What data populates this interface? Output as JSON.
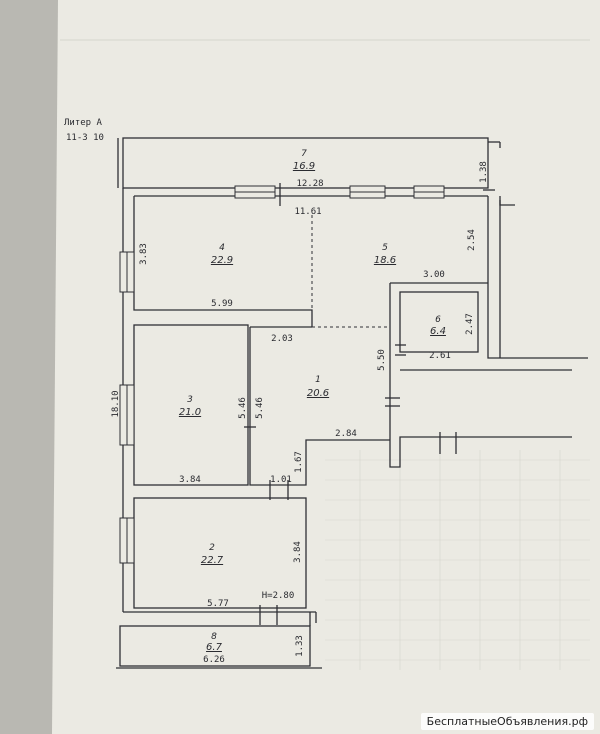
{
  "header": {
    "litera_label": "Литер А",
    "litera_sub": "11-3 10"
  },
  "rooms": [
    {
      "num": "7",
      "area": "16.9"
    },
    {
      "num": "4",
      "area": "22.9"
    },
    {
      "num": "5",
      "area": "18.6"
    },
    {
      "num": "6",
      "area": "6.4"
    },
    {
      "num": "3",
      "area": "21.0"
    },
    {
      "num": "1",
      "area": "20.6"
    },
    {
      "num": "2",
      "area": "22.7"
    },
    {
      "num": "8",
      "area": "6.7"
    }
  ],
  "dimensions": {
    "d_12_28": "12.28",
    "d_11_61": "11.61",
    "d_1_38": "1.38",
    "d_2_54": "2.54",
    "d_3_83": "3.83",
    "d_3_00": "3.00",
    "d_5_99": "5.99",
    "d_2_47": "2.47",
    "d_2_03": "2.03",
    "d_5_50": "5.50",
    "d_2_61": "2.61",
    "d_18_10": "18.10",
    "d_5_46_left": "5.46",
    "d_5_46_right": "5.46",
    "d_2_84": "2.84",
    "d_1_67": "1.67",
    "d_3_84_top": "3.84",
    "d_1_01": "1.01",
    "d_3_84_right": "3.84",
    "d_5_77": "5.77",
    "d_1_33": "1.33",
    "d_6_26": "6.26"
  },
  "height_note": "H=2.80",
  "watermark": "БесплатныеОбъявления.рф"
}
